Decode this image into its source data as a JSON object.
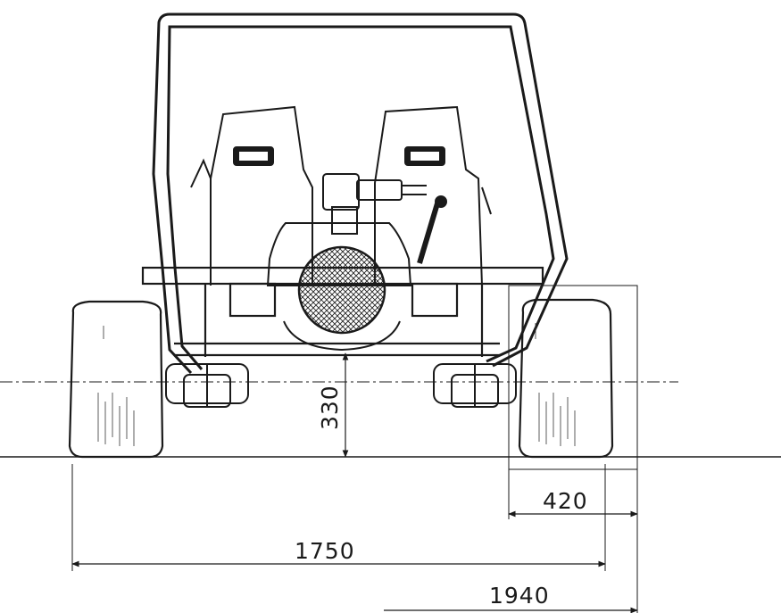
{
  "drawing": {
    "view": "front elevation",
    "dimensions": {
      "ground_clearance": "330",
      "tire_width": "420",
      "track_width": "1750",
      "overall_width": "1940"
    },
    "ink_color": "#1a1a1a",
    "paper_color": "#ffffff"
  }
}
